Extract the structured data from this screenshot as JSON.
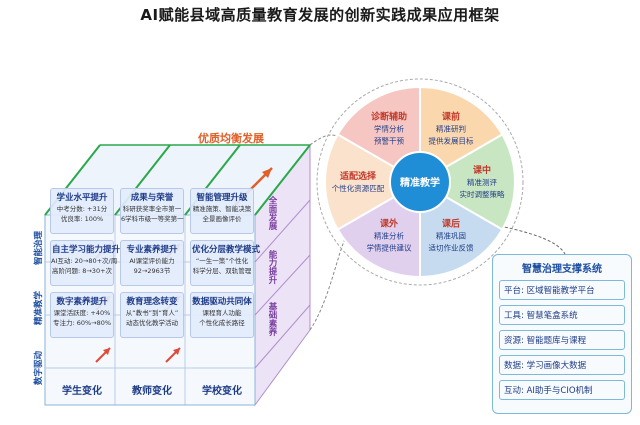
{
  "title": "AI赋能县域高质量教育发展的创新实践成果应用框架",
  "top_label": "优质均衡发展",
  "front_rows": [
    [
      {
        "head": "学业水平提升",
        "lines": [
          "中考分数: +31分",
          "优良率: 100%"
        ]
      },
      {
        "head": "成果与荣誉",
        "lines": [
          "科研获奖率全市第一",
          "6学科市级一等奖第一"
        ]
      },
      {
        "head": "智能管理升级",
        "lines": [
          "精准施策、智能决策",
          "全景画像评价"
        ]
      }
    ],
    [
      {
        "head": "自主学习能力提升",
        "lines": [
          "AI互动: 20→80+次/周",
          "高阶问题: 8→30+次"
        ]
      },
      {
        "head": "专业素养提升",
        "lines": [
          "AI课堂评价能力",
          "92→2963节"
        ]
      },
      {
        "head": "优化分层教学模式",
        "lines": [
          "“一生一策”个性化",
          "科学分层、双轨管理"
        ]
      }
    ],
    [
      {
        "head": "数字素养提升",
        "lines": [
          "课堂活跃度: +40%",
          "专注力: 60%→80%"
        ]
      },
      {
        "head": "教育理念转变",
        "lines": [
          "从“教书”到“育人”",
          "动态优化教学活动"
        ]
      },
      {
        "head": "数据驱动共同体",
        "lines": [
          "课程育人功能",
          "个性化成长路径"
        ]
      }
    ]
  ],
  "bottom_labels": [
    "学生变化",
    "教师变化",
    "学校变化"
  ],
  "left_labels": [
    "智能治理",
    "精准教学",
    "数字驱动"
  ],
  "side_labels": [
    "全面发展",
    "能力提升",
    "基础素养"
  ],
  "circle": {
    "center": "精准教学",
    "segments": [
      {
        "title": "诊断辅助",
        "lines": [
          "学情分析",
          "预警干预"
        ],
        "color": "#f6c6c2"
      },
      {
        "title": "课前",
        "lines": [
          "精准研判",
          "提供发展目标"
        ],
        "color": "#fbd7ae"
      },
      {
        "title": "课中",
        "lines": [
          "精准测评",
          "实时调整策略"
        ],
        "color": "#c9e6c3"
      },
      {
        "title": "课后",
        "lines": [
          "精准巩固",
          "适切作业反馈"
        ],
        "color": "#c6dbf0"
      },
      {
        "title": "课外",
        "lines": [
          "精准分析",
          "学情提供建议"
        ],
        "color": "#e0d0ee"
      },
      {
        "title": "适配选择",
        "lines": [
          "个性化资源匹配"
        ],
        "color": "#fbe2cc"
      }
    ],
    "center_color": "#1f8ed6"
  },
  "support": {
    "title": "智慧治理支撑系统",
    "items": [
      "平台: 区域智能教学平台",
      "工具: 智慧笔盒系统",
      "资源: 智能题库与课程",
      "数据: 学习画像大数据",
      "互动: AI助手与CIO机制"
    ]
  }
}
